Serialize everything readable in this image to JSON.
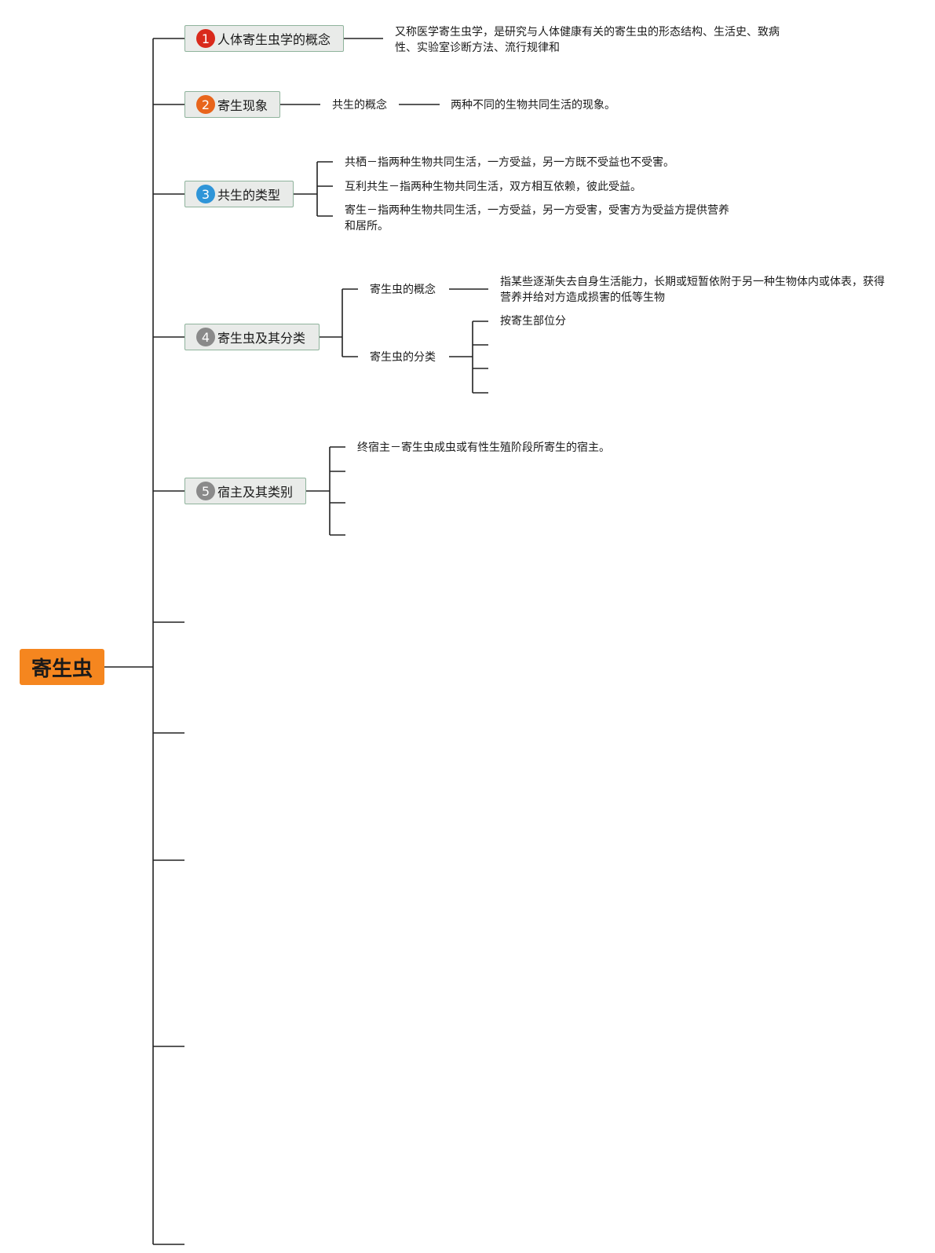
{
  "root": "寄生虫",
  "topics": [
    {
      "num": "1",
      "label": "人体寄生虫学的概念",
      "badge_color": "#d92a1c"
    },
    {
      "num": "2",
      "label": "寄生现象",
      "badge_color": "#e8651c"
    },
    {
      "num": "3",
      "label": "共生的类型",
      "badge_color": "#2f95d8"
    },
    {
      "num": "4",
      "label": "寄生虫及其分类",
      "badge_color": "#8a8a8a"
    },
    {
      "num": "5",
      "label": "宿主及其类别",
      "badge_color": "#8a8a8a"
    }
  ],
  "t1": {
    "text": "又称医学寄生虫学，是研究与人体健康有关的寄生虫的形态结构、生活史、致病性、实验室诊断方法、流行规律和"
  },
  "t2": {
    "child": "共生的概念",
    "detail": "两种不同的生物共同生活的现象。"
  },
  "t3": {
    "items": [
      "共栖－指两种生物共同生活，一方受益，另一方既不受益也不受害。",
      "互利共生－指两种生物共同生活，双方相互依赖，彼此受益。",
      "寄生－指两种生物共同生活，一方受益，另一方受害，受害方为受益方提供营养和居所。"
    ]
  },
  "t4": {
    "concept": "寄生虫的概念",
    "concept_detail": "指某些逐渐失去自身生活能力，长期或短暂依附于另一种生物体内或体表，获得营养并给对方造成损害的低等生物",
    "classification": "寄生虫的分类",
    "class_first": "按寄生部位分"
  },
  "t5": {
    "first": "终宿主－寄生虫成虫或有性生殖阶段所寄生的宿主。"
  },
  "colors": {
    "root_bg": "#f5861f",
    "topic_bg": "#e9ebe9",
    "topic_border": "#8fb39c",
    "line": "#222222"
  }
}
